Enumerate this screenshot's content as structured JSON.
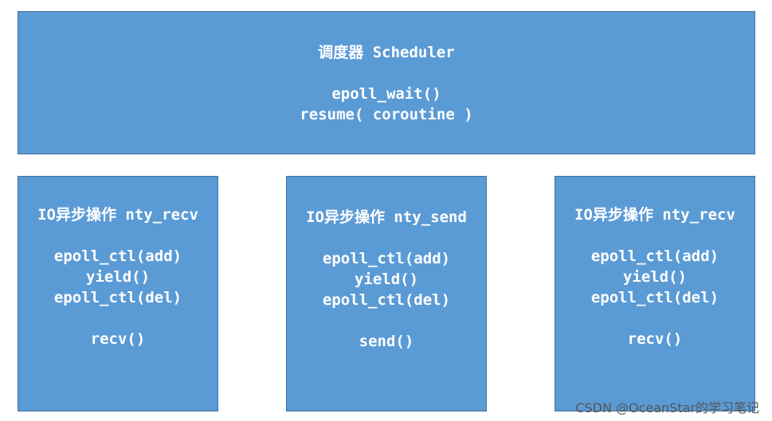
{
  "scheduler": {
    "title": "调度器 Scheduler",
    "lines": [
      "epoll_wait()",
      "resume( coroutine )"
    ]
  },
  "tasks": [
    {
      "title": "IO异步操作 nty_recv",
      "lines": [
        "epoll_ctl(add)",
        "yield()",
        "epoll_ctl(del)"
      ],
      "call": "recv()"
    },
    {
      "title": "IO异步操作 nty_send",
      "lines": [
        "epoll_ctl(add)",
        "yield()",
        "epoll_ctl(del)"
      ],
      "call": "send()"
    },
    {
      "title": "IO异步操作 nty_recv",
      "lines": [
        "epoll_ctl(add)",
        "yield()",
        "epoll_ctl(del)"
      ],
      "call": "recv()"
    }
  ],
  "watermark": "CSDN @OceanStar的学习笔记",
  "colors": {
    "box_fill": "#5b9bd5",
    "box_border": "#41719c",
    "text": "#ffffff"
  }
}
